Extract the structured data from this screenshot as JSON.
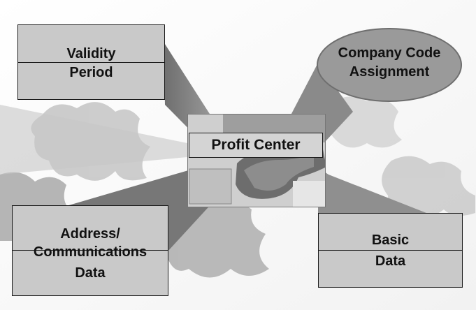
{
  "center": {
    "label": "Profit Center"
  },
  "nodes": {
    "validity": {
      "line1": "Validity",
      "line2": "Period"
    },
    "company": {
      "line1": "Company Code",
      "line2": "Assignment"
    },
    "address": {
      "line1": "Address/",
      "line2": "Communications",
      "line3": "Data"
    },
    "basic": {
      "line1": "Basic",
      "line2": "Data"
    }
  },
  "colors": {
    "box_fill": "#c9c9c9",
    "ellipse_fill": "#9a9a9a",
    "beam_fill": "#8a8a8a",
    "puzzle_fill": "#bdbdbd",
    "border": "#1a1a1a"
  },
  "icons": [
    "puzzle-background"
  ]
}
